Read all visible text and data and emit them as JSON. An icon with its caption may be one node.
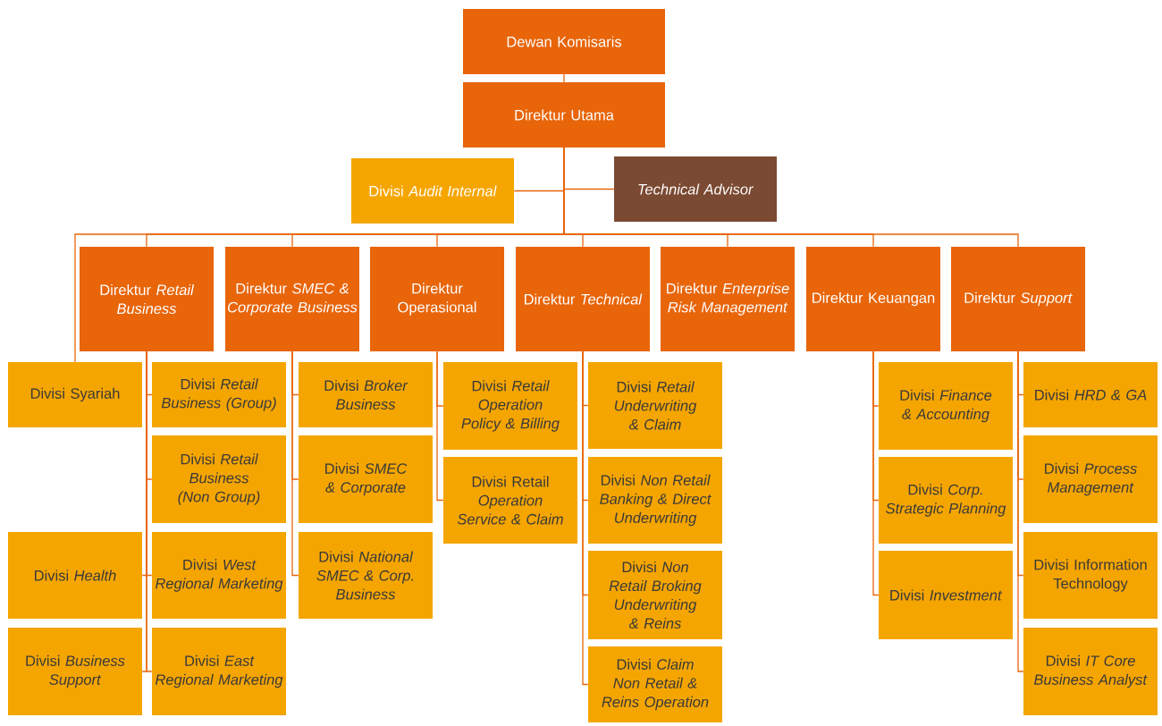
{
  "diagram": {
    "nodes": [
      {
        "text": [
          "Dewan Komisaris"
        ]
      },
      {
        "text": [
          "Direktur Utama"
        ]
      },
      {
        "text": [
          "Divisi *Audit Internal*"
        ]
      },
      {
        "text": [
          "*Technical Advisor*"
        ]
      },
      {
        "text": [
          "Direktur *Retail Business*"
        ]
      },
      {
        "text": [
          "Direktur *SMEC & Corporate Business*"
        ]
      },
      {
        "text": [
          "Direktur Operasional"
        ]
      },
      {
        "text": [
          "Direktur *Technical*"
        ]
      },
      {
        "text": [
          "Direktur *Enterprise Risk Management*"
        ]
      },
      {
        "text": [
          "Direktur Keuangan"
        ]
      },
      {
        "text": [
          "Direktur *Support*"
        ]
      },
      {
        "text": [
          "Divisi Syariah"
        ]
      },
      {
        "text": [
          "Divisi *Retail Business (Group)*"
        ]
      },
      {
        "text": [
          "Divisi *Broker Business*"
        ]
      },
      {
        "text": [
          "Divisi *Retail Operation Policy & Billing*"
        ]
      },
      {
        "text": [
          "Divisi *Retail Underwriting & Claim*"
        ]
      },
      {
        "text": [
          "Divisi *Finance & Accounting*"
        ]
      },
      {
        "text": [
          "Divisi *HRD & GA*"
        ]
      },
      {
        "text": [
          "Divisi *Retail Business (Non Group)*"
        ]
      },
      {
        "text": [
          "Divisi *SMEC & Corporate*"
        ]
      },
      {
        "text": [
          "Divisi Retail *Operation Service & Claim*"
        ]
      },
      {
        "text": [
          "Divisi *Non Retail Banking & Direct Underwriting*"
        ]
      },
      {
        "text": [
          "Divisi *Corp. Strategic Planning*"
        ]
      },
      {
        "text": [
          "Divisi *Process Management*"
        ]
      },
      {
        "text": [
          "Divisi *Health*"
        ]
      },
      {
        "text": [
          "Divisi *West Regional Marketing*"
        ]
      },
      {
        "text": [
          "Divisi *National SMEC & Corp. Business*"
        ]
      },
      {
        "text": [
          "Divisi *Non Retail Broking Underwriting & Reins*"
        ]
      },
      {
        "text": [
          "Divisi Information Technology"
        ]
      },
      {
        "text": [
          "Divisi *Investment*"
        ]
      },
      {
        "text": [
          "Divisi *Business Support*"
        ]
      },
      {
        "text": [
          "Divisi *East Regional Marketing*"
        ]
      },
      {
        "text": [
          "Divisi *Claim Non Retail & Reins Operation*"
        ]
      },
      {
        "text": [
          "Divisi *IT Core Business Analyst*"
        ]
      }
    ],
    "edges": [
      {
        "from": 0,
        "to": 1,
        "arrow": "none"
      },
      {
        "from": 1,
        "to": 2,
        "arrow": "none"
      },
      {
        "from": 1,
        "to": 3,
        "arrow": "none"
      },
      {
        "from": 1,
        "to": 11,
        "arrow": "none"
      },
      {
        "from": 1,
        "to": 4,
        "arrow": "none"
      },
      {
        "from": 1,
        "to": 5,
        "arrow": "none"
      },
      {
        "from": 1,
        "to": 6,
        "arrow": "none"
      },
      {
        "from": 1,
        "to": 7,
        "arrow": "none"
      },
      {
        "from": 1,
        "to": 8,
        "arrow": "none"
      },
      {
        "from": 1,
        "to": 9,
        "arrow": "none"
      },
      {
        "from": 1,
        "to": 10,
        "arrow": "none"
      },
      {
        "from": 4,
        "to": 12,
        "arrow": "none"
      },
      {
        "from": 4,
        "to": 18,
        "arrow": "none"
      },
      {
        "from": 4,
        "to": 24,
        "arrow": "none"
      },
      {
        "from": 4,
        "to": 25,
        "arrow": "none"
      },
      {
        "from": 4,
        "to": 30,
        "arrow": "none"
      },
      {
        "from": 4,
        "to": 31,
        "arrow": "none"
      },
      {
        "from": 5,
        "to": 13,
        "arrow": "none"
      },
      {
        "from": 5,
        "to": 19,
        "arrow": "none"
      },
      {
        "from": 5,
        "to": 26,
        "arrow": "none"
      },
      {
        "from": 6,
        "to": 14,
        "arrow": "none"
      },
      {
        "from": 6,
        "to": 20,
        "arrow": "none"
      },
      {
        "from": 7,
        "to": 15,
        "arrow": "none"
      },
      {
        "from": 7,
        "to": 21,
        "arrow": "none"
      },
      {
        "from": 7,
        "to": 27,
        "arrow": "none"
      },
      {
        "from": 7,
        "to": 32,
        "arrow": "none"
      },
      {
        "from": 9,
        "to": 16,
        "arrow": "none"
      },
      {
        "from": 9,
        "to": 22,
        "arrow": "none"
      },
      {
        "from": 9,
        "to": 29,
        "arrow": "none"
      },
      {
        "from": 10,
        "to": 17,
        "arrow": "none"
      },
      {
        "from": 10,
        "to": 23,
        "arrow": "none"
      },
      {
        "from": 10,
        "to": 28,
        "arrow": "none"
      },
      {
        "from": 10,
        "to": 33,
        "arrow": "none"
      }
    ]
  }
}
